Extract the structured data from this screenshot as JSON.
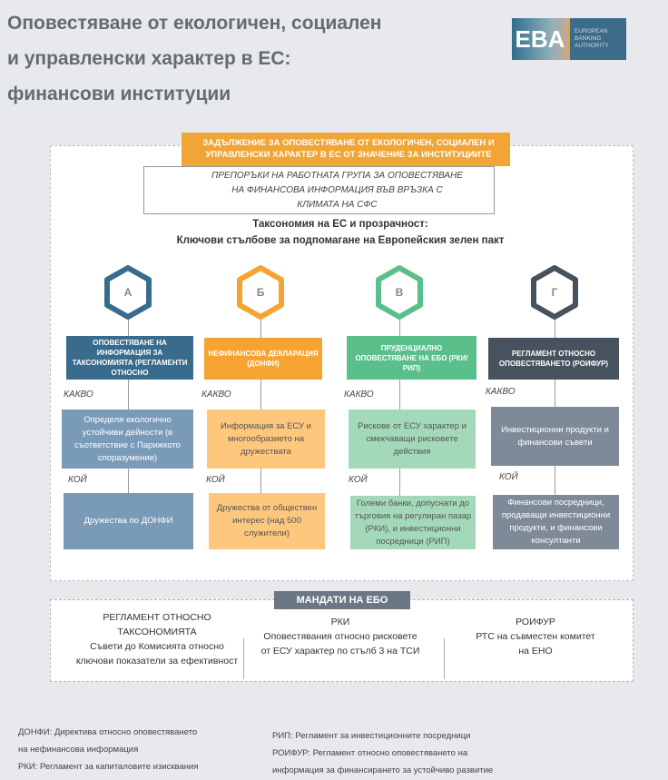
{
  "title": [
    "Оповестяване от екологичен, социален",
    "и управленски характер в ЕС:",
    "финансови институции"
  ],
  "logo": {
    "abbr": "EBA",
    "name": [
      "EUROPEAN",
      "BANKING",
      "AUTHORITY"
    ]
  },
  "obligation": "ЗАДЪЛЖЕНИЕ ЗА ОПОВЕСТЯВАНЕ ОТ ЕКОЛОГИЧЕН, СОЦИАЛЕН И УПРАВЛЕНСКИ ХАРАКТЕР В ЕС ОТ ЗНАЧЕНИЕ ЗА ИНСТИТУЦИИТЕ",
  "recommendations": [
    "ПРЕПОРЪКИ НА РАБОТНАТА ГРУПА ЗА ОПОВЕСТЯВАНЕ",
    "НА ФИНАНСОВА ИНФОРМАЦИЯ ВЪВ ВРЪЗКА С",
    "КЛИМАТА НА СФС"
  ],
  "taxonomy_heading": [
    "Таксономия на ЕС и прозрачност:",
    "Ключови стълбове за подпомагане на Европейския зелен пакт"
  ],
  "what_label": "КАКВО",
  "who_label": "КОЙ",
  "pillars": [
    {
      "letter": "А",
      "color": "#386b8c",
      "header": "ОПОВЕСТЯВАНЕ НА ИНФОРМАЦИЯ ЗА ТАКСОНОМИЯТА (РЕГЛАМЕНТИ ОТНОСНО",
      "what": "Определя екологично устойчиви дейности (в съответствие с Парижкото споразумение)",
      "who": "Дружества по ДОНФИ"
    },
    {
      "letter": "Б",
      "color": "#f5a432",
      "header": "НЕФИНАНСОВА ДЕКЛАРАЦИЯ (ДОНФИ)",
      "what": "Информация за ЕСУ и многообразието на дружествата",
      "who": "Дружества от обществен интерес (над 500 служители)"
    },
    {
      "letter": "В",
      "color": "#5bbf8c",
      "header": "ПРУДЕНЦИАЛНО ОПОВЕСТЯВАНЕ НА ЕБО (РКИ/РИП)",
      "what": "Рискове от ЕСУ характер и смекчаващи рисковете действия",
      "who": "Големи банки, допуснати до търговия на регулиран пазар (РКИ), и инвестиционни посредници (РИП)"
    },
    {
      "letter": "Г",
      "color": "#47525f",
      "header": "РЕГЛАМЕНТ ОТНОСНО ОПОВЕСТЯВАНЕТО (РОИФУР)",
      "what": "Инвестиционни продукти и финансови съвети",
      "who": "Финансови посредници, продаващи инвестиционни продукти, и финансови консултанти"
    }
  ],
  "mandates": {
    "title": "МАНДАТИ НА ЕБО",
    "cols": [
      {
        "head": "РЕГЛАМЕНТ ОТНОСНО ТАКСОНОМИЯТА",
        "body": "Съвети до Комисията относно ключови показатели за ефективност"
      },
      {
        "head": "РКИ",
        "body": "Оповестявания относно рисковете от ЕСУ характер по стълб 3 на ТСИ"
      },
      {
        "head": "РОИФУР",
        "body": "РТС на съвместен комитет на ЕНО"
      }
    ]
  },
  "footnotes": {
    "left": [
      "ДОНФИ: Директива относно оповестяването",
      "на нефинансова информация",
      "РКИ: Регламент за капиталовите изисквания"
    ],
    "right": [
      "РИП: Регламент за инвестиционните посредници",
      "РОИФУР: Регламент относно оповестяването на",
      "информация за финансирането за устойчиво развитие"
    ]
  }
}
